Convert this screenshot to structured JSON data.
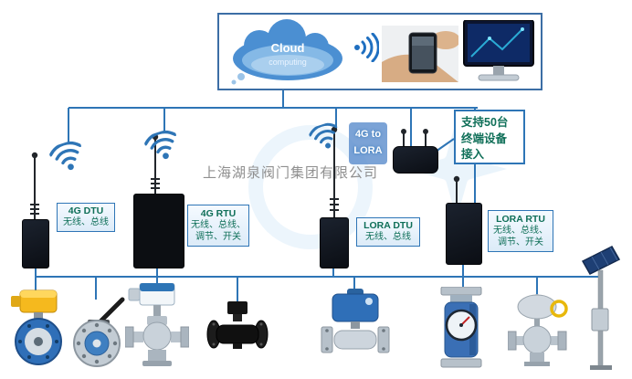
{
  "watermark": {
    "company": "上海湖泉阀门集团有限公司"
  },
  "cloud_box": {
    "cloud_line1": "Cloud",
    "cloud_line2": "computing"
  },
  "gateway_tag": {
    "line1": "4G to",
    "line2": "LORA"
  },
  "callout": {
    "line1": "支持50台",
    "line2": "终端设备",
    "line3": "接入"
  },
  "labels": {
    "dtu4g": {
      "title": "4G DTU",
      "line1": "无线、总线"
    },
    "rtu4g": {
      "title": "4G RTU",
      "line1": "无线、总线、",
      "line2": "调节、开关"
    },
    "lora_dtu": {
      "title": "LORA DTU",
      "line1": "无线、总线"
    },
    "lora_rtu": {
      "title": "LORA RTU",
      "line1": "无线、总线、",
      "line2": "调节、开关"
    }
  },
  "colors": {
    "connector": "#2e75b6",
    "label_text": "#0f6f58",
    "accent_blue": "#2f6fb8",
    "cloud_blue": "#4b8fd2"
  }
}
